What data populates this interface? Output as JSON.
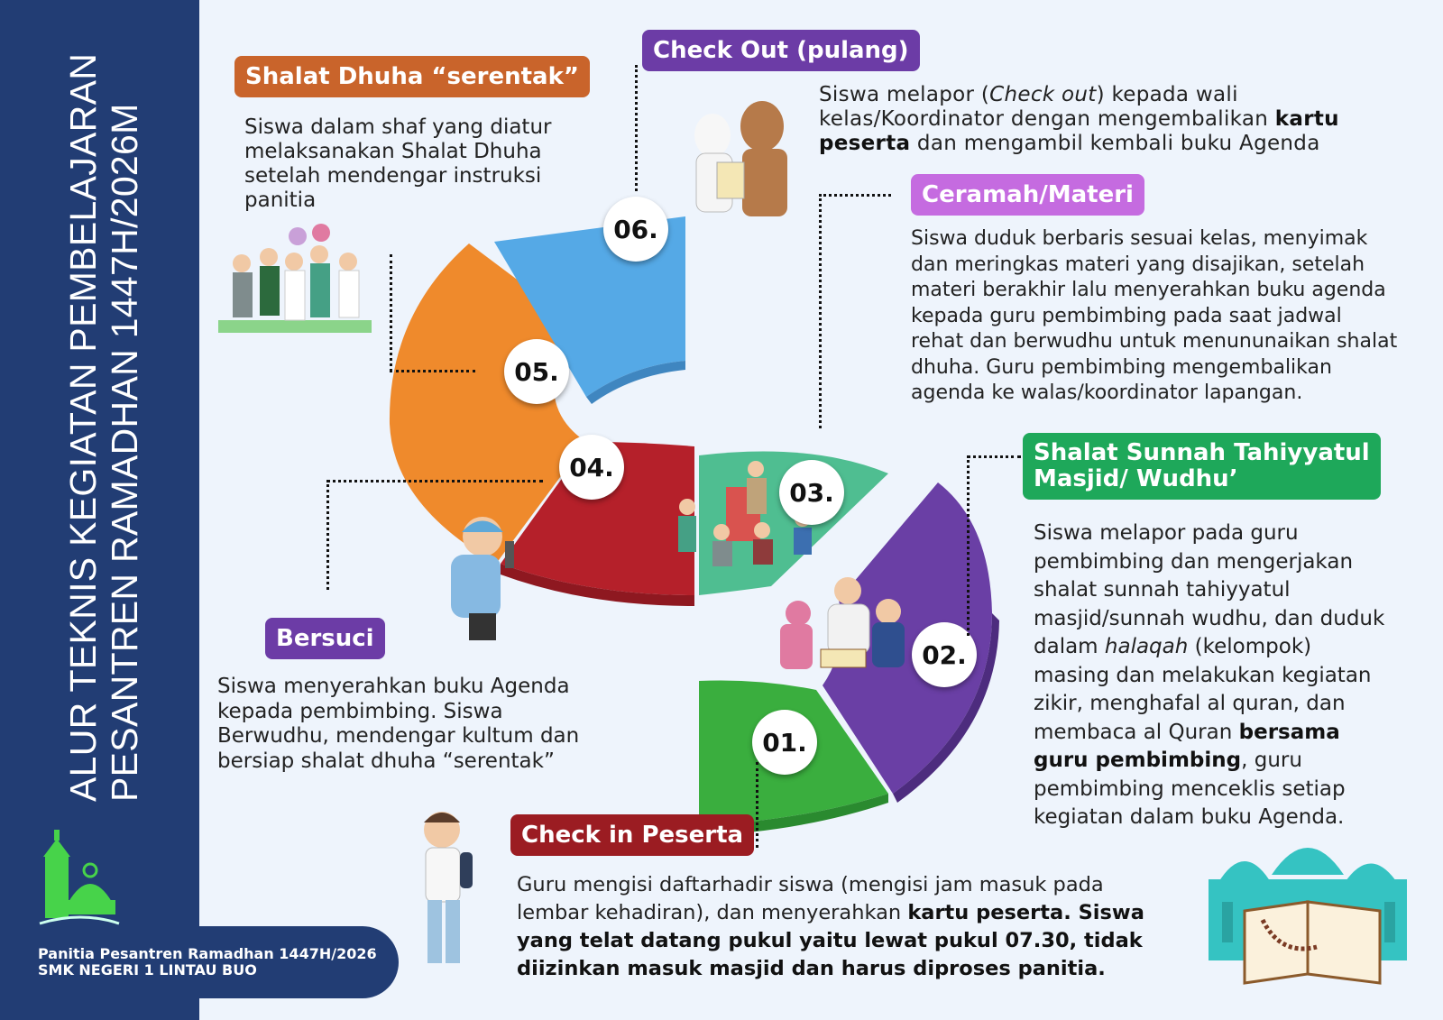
{
  "title_line1": "ALUR TEKNIS KEGIATAN PEMBELAJARAN",
  "title_line2": "PESANTREN RAMADHAN 1447H/2026M",
  "footer_line1": "Panitia Pesantren Ramadhan 1447H/2026",
  "footer_line2": "SMK NEGERI 1 LINTAU BUO",
  "steps": [
    {
      "num": "01.",
      "color": "#3aae3e",
      "tag": "Check in Peserta",
      "tag_color": "#9b1c22",
      "text": [
        "Guru mengisi daftarhadir siswa (mengisi jam masuk pada",
        "lembar kehadiran), dan menyerahkan ",
        "kartu peserta",
        ". Siswa",
        "yang telat datang pukul yaitu lewat pukul 07.30, tidak",
        "diizinkan masuk masjid dan harus diproses panitia."
      ]
    },
    {
      "num": "02.",
      "color": "#6a3fa5",
      "tag_lines": [
        "Shalat Sunnah Tahiyyatul",
        "Masjid/ Wudhu’"
      ],
      "tag_color": "#1ea85a",
      "text": [
        "Siswa melapor pada guru",
        "pembimbing dan  mengerjakan",
        "shalat sunnah tahiyyatul",
        "masjid/sunnah wudhu, dan duduk",
        "dalam ",
        "halaqah",
        " (kelompok)",
        "masing dan melakukan kegiatan",
        "zikir, menghafal al quran, dan",
        "membaca al Quran ",
        "bersama",
        "guru pembimbing",
        ", guru",
        "pembimbing menceklis setiap",
        "kegiatan dalam buku Agenda."
      ]
    },
    {
      "num": "03.",
      "color": "#4fbe91",
      "tag": "Ceramah/Materi",
      "tag_color": "#c56be0",
      "text": [
        "Siswa duduk berbaris sesuai kelas, menyimak",
        "dan meringkas materi yang disajikan, setelah",
        "materi berakhir lalu menyerahkan buku agenda",
        "kepada guru pembimbing pada saat jadwal",
        "rehat dan berwudhu untuk menununaikan shalat",
        "dhuha. Guru pembimbing mengembalikan",
        "agenda ke walas/koordinator lapangan."
      ]
    },
    {
      "num": "04.",
      "color": "#b5202a",
      "tag": "Bersuci",
      "tag_color": "#6c3ca6",
      "text": [
        "Siswa menyerahkan buku Agenda",
        "kepada pembimbing. Siswa",
        "Berwudhu, mendengar kultum dan",
        "bersiap shalat dhuha “serentak”"
      ]
    },
    {
      "num": "05.",
      "color": "#ef8a2c",
      "tag": "Shalat Dhuha “serentak”",
      "tag_color": "#c9642b",
      "text": [
        "Siswa dalam shaf yang diatur",
        "melaksanakan Shalat Dhuha",
        "setelah mendengar instruksi",
        "panitia"
      ]
    },
    {
      "num": "06.",
      "color": "#55a9e6",
      "tag": "Check Out (pulang)",
      "tag_color": "#6c3ca6",
      "text": [
        "Siswa melapor (",
        "Check out",
        ") kepada wali",
        "kelas/Koordinator dengan mengembalikan ",
        "kartu",
        "peserta",
        " dan mengambil kembali buku Agenda"
      ]
    }
  ]
}
